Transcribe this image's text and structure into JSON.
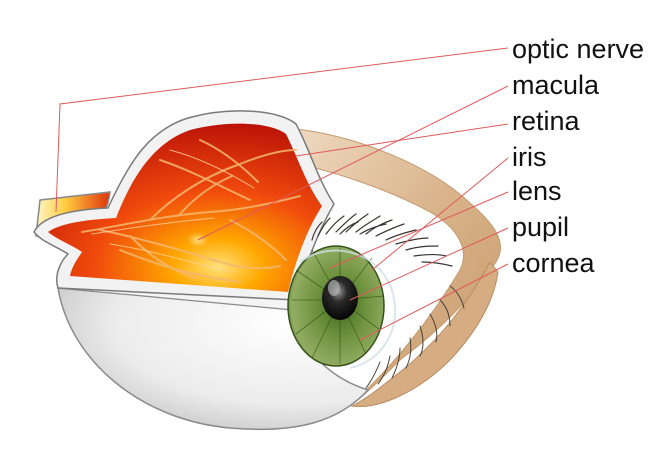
{
  "labels": [
    {
      "key": "optic_nerve",
      "text": "optic nerve"
    },
    {
      "key": "macula",
      "text": "macula"
    },
    {
      "key": "retina",
      "text": "retina"
    },
    {
      "key": "iris",
      "text": "iris"
    },
    {
      "key": "lens",
      "text": "lens"
    },
    {
      "key": "pupil",
      "text": "pupil"
    },
    {
      "key": "cornea",
      "text": "cornea"
    }
  ],
  "colors": {
    "leader_line": "#e05a5a",
    "retina_inner": "#ff9a00",
    "retina_outer": "#c4120a",
    "sclera": "#e9e9e9",
    "iris": "#6f8f3a",
    "pupil": "#111111",
    "eyelid_skin": "#d8b48c",
    "eyelash": "#3a3530"
  }
}
